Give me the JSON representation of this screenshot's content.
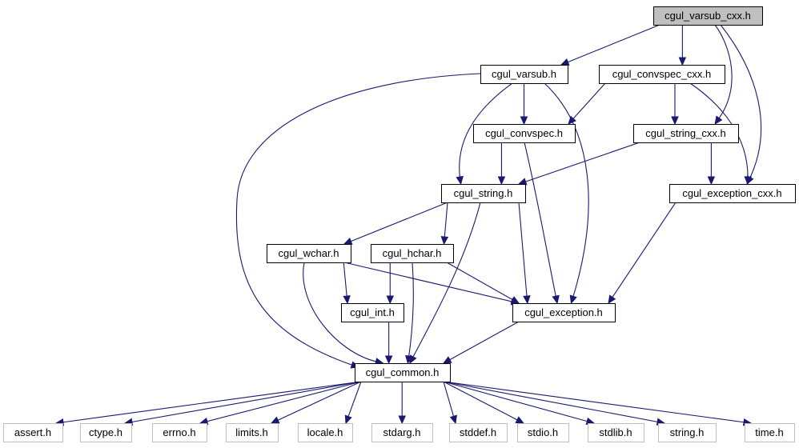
{
  "diagram": {
    "edge_color": "#191970",
    "root_fill": "#bfbfbf",
    "external_border": "#bfbfbf",
    "nodes": [
      {
        "id": "varsub_cxx",
        "label": "cgul_varsub_cxx.h",
        "root": true
      },
      {
        "id": "varsub",
        "label": "cgul_varsub.h"
      },
      {
        "id": "convspec_cxx",
        "label": "cgul_convspec_cxx.h"
      },
      {
        "id": "convspec",
        "label": "cgul_convspec.h"
      },
      {
        "id": "string_cxx",
        "label": "cgul_string_cxx.h"
      },
      {
        "id": "string",
        "label": "cgul_string.h"
      },
      {
        "id": "exception_cxx",
        "label": "cgul_exception_cxx.h"
      },
      {
        "id": "wchar",
        "label": "cgul_wchar.h"
      },
      {
        "id": "hchar",
        "label": "cgul_hchar.h"
      },
      {
        "id": "int",
        "label": "cgul_int.h"
      },
      {
        "id": "exception",
        "label": "cgul_exception.h"
      },
      {
        "id": "common",
        "label": "cgul_common.h"
      },
      {
        "id": "assert",
        "label": "assert.h",
        "external": true
      },
      {
        "id": "ctype",
        "label": "ctype.h",
        "external": true
      },
      {
        "id": "errno",
        "label": "errno.h",
        "external": true
      },
      {
        "id": "limits",
        "label": "limits.h",
        "external": true
      },
      {
        "id": "locale",
        "label": "locale.h",
        "external": true
      },
      {
        "id": "stdarg",
        "label": "stdarg.h",
        "external": true
      },
      {
        "id": "stddef",
        "label": "stddef.h",
        "external": true
      },
      {
        "id": "stdio",
        "label": "stdio.h",
        "external": true
      },
      {
        "id": "stdlib",
        "label": "stdlib.h",
        "external": true
      },
      {
        "id": "string_h",
        "label": "string.h",
        "external": true
      },
      {
        "id": "time",
        "label": "time.h",
        "external": true
      }
    ],
    "edges": [
      [
        "varsub_cxx",
        "varsub"
      ],
      [
        "varsub_cxx",
        "convspec_cxx"
      ],
      [
        "varsub_cxx",
        "string_cxx"
      ],
      [
        "varsub_cxx",
        "exception_cxx"
      ],
      [
        "varsub",
        "convspec"
      ],
      [
        "varsub",
        "string"
      ],
      [
        "varsub",
        "exception"
      ],
      [
        "varsub",
        "common"
      ],
      [
        "convspec_cxx",
        "convspec"
      ],
      [
        "convspec_cxx",
        "string_cxx"
      ],
      [
        "convspec_cxx",
        "exception_cxx"
      ],
      [
        "convspec",
        "string"
      ],
      [
        "convspec",
        "exception"
      ],
      [
        "string_cxx",
        "string"
      ],
      [
        "string_cxx",
        "exception_cxx"
      ],
      [
        "exception_cxx",
        "exception"
      ],
      [
        "string",
        "wchar"
      ],
      [
        "string",
        "hchar"
      ],
      [
        "string",
        "exception"
      ],
      [
        "string",
        "common"
      ],
      [
        "wchar",
        "int"
      ],
      [
        "wchar",
        "exception"
      ],
      [
        "wchar",
        "common"
      ],
      [
        "hchar",
        "int"
      ],
      [
        "hchar",
        "exception"
      ],
      [
        "hchar",
        "common"
      ],
      [
        "int",
        "common"
      ],
      [
        "exception",
        "common"
      ],
      [
        "common",
        "assert"
      ],
      [
        "common",
        "ctype"
      ],
      [
        "common",
        "errno"
      ],
      [
        "common",
        "limits"
      ],
      [
        "common",
        "locale"
      ],
      [
        "common",
        "stdarg"
      ],
      [
        "common",
        "stddef"
      ],
      [
        "common",
        "stdio"
      ],
      [
        "common",
        "stdlib"
      ],
      [
        "common",
        "string_h"
      ],
      [
        "common",
        "time"
      ]
    ]
  }
}
